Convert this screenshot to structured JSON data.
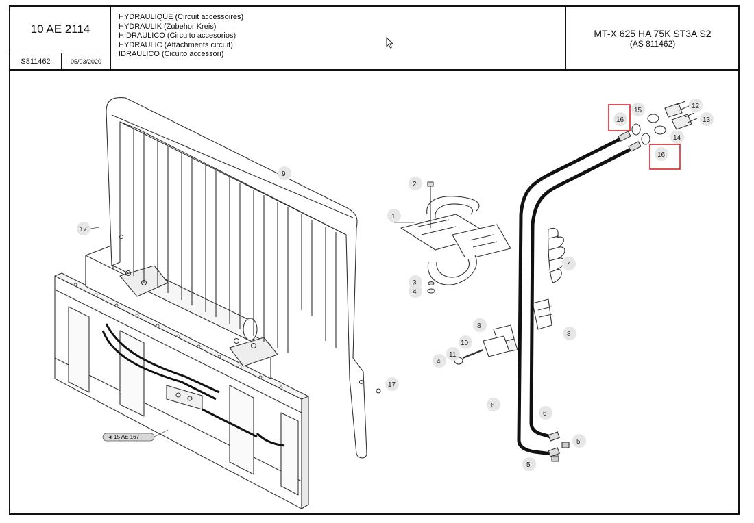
{
  "header": {
    "ref_code": "10 AE 2114",
    "serial": "S811462",
    "date": "05/03/2020",
    "titles": [
      "HYDRAULIQUE (Circuit accessoires)",
      "HYDRAULIK (Zubehor Kreis)",
      "HIDRAULICO (Circuito accesorios)",
      "HYDRAULIC (Attachments circuit)",
      "IDRAULICO (Cicuito accessori)"
    ],
    "model": "MT-X 625 HA 75K ST3A S2",
    "model_as": "(AS 811462)"
  },
  "drawing": {
    "cross_reference": "15 AE 167",
    "part_labels": [
      "1",
      "2",
      "3",
      "4",
      "4",
      "5",
      "5",
      "6",
      "6",
      "7",
      "8",
      "8",
      "9",
      "10",
      "11",
      "12",
      "13",
      "14",
      "15",
      "16",
      "16",
      "17",
      "17"
    ],
    "highlight_color": "#d9262c"
  },
  "icons": [
    "mouse-pointer-icon"
  ]
}
